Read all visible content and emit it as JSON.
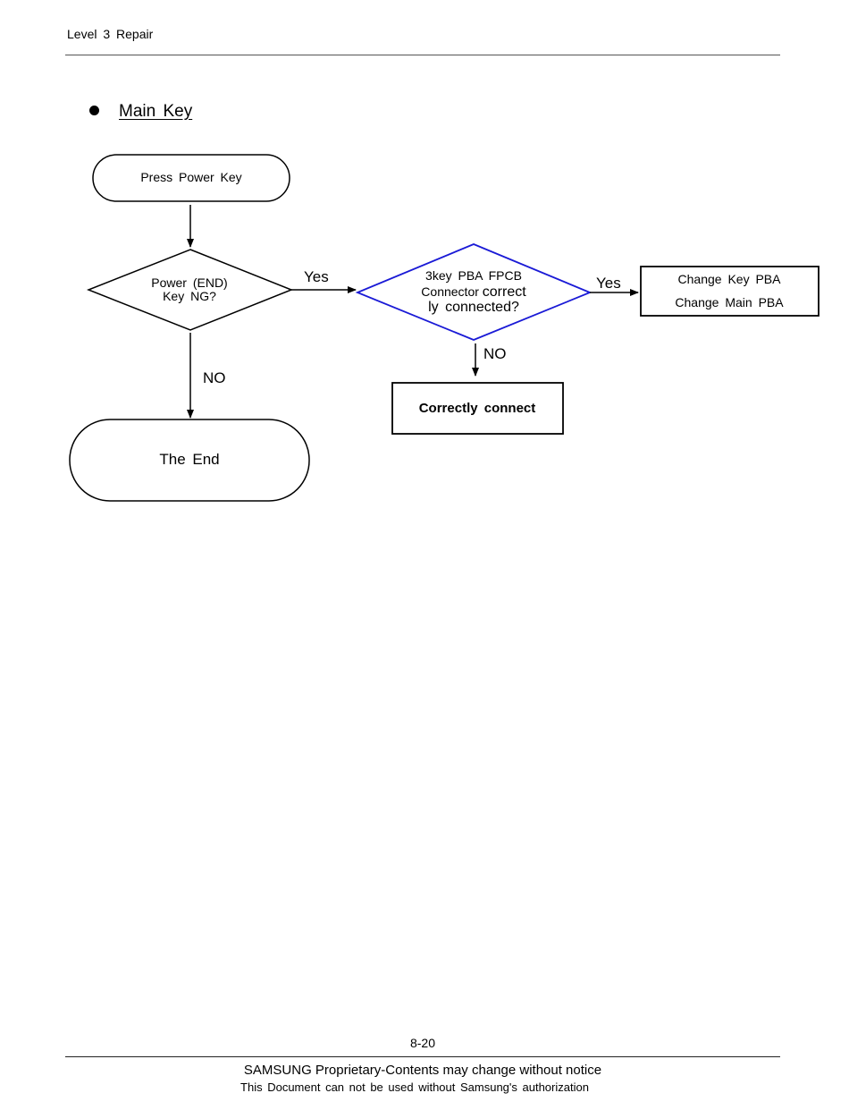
{
  "header": {
    "title": "Level 3 Repair"
  },
  "section": {
    "title": "Main Key"
  },
  "flowchart": {
    "start": "Press Power Key",
    "decision1": {
      "line1": "Power (END)",
      "line2": "Key NG?"
    },
    "yes1": "Yes",
    "no1": "NO",
    "end": "The End",
    "decision2": {
      "line1": "3key PBA FPCB",
      "line2a": "Connector ",
      "line2b": "correct",
      "line3": "ly connected?"
    },
    "yes2": "Yes",
    "no2": "NO",
    "action1": "Correctly connect",
    "action2": {
      "line1": "Change Key PBA",
      "line2": "Change Main PBA"
    }
  },
  "footer": {
    "page": "8-20",
    "line1": "SAMSUNG Proprietary-Contents may change without notice",
    "line2": "This Document can not be used without Samsung's authorization"
  },
  "colors": {
    "decision2_border": "#1a1ad6",
    "text": "#000000"
  }
}
